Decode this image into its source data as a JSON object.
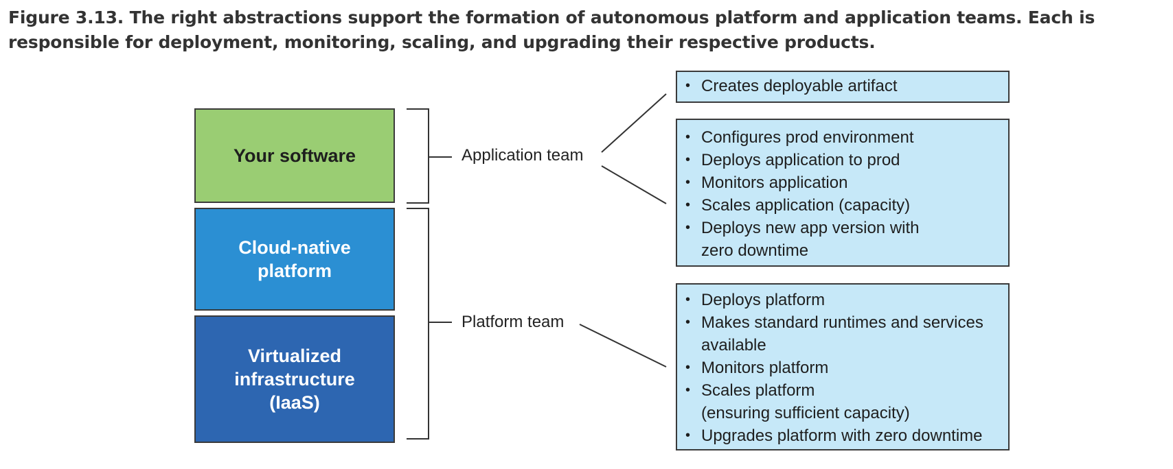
{
  "caption": "Figure 3.13. The right abstractions support the formation of autonomous platform and application teams. Each is responsible for deployment, monitoring, scaling, and upgrading their respective products.",
  "layers": [
    {
      "id": "software",
      "label": "Your software",
      "color": "#9acd73"
    },
    {
      "id": "platform",
      "label": "Cloud-native\nplatform",
      "color": "#2b8fd3"
    },
    {
      "id": "iaas",
      "label": "Virtualized\ninfrastructure\n(IaaS)",
      "color": "#2d66b1"
    }
  ],
  "teams": {
    "application": "Application team",
    "platform": "Platform team"
  },
  "responsibilities": {
    "artifact": [
      "Creates deployable artifact"
    ],
    "application": [
      "Configures prod environment",
      "Deploys application to prod",
      "Monitors application",
      "Scales application (capacity)",
      "Deploys new app version with\nzero downtime"
    ],
    "platform": [
      "Deploys platform",
      "Makes standard runtimes and services\navailable",
      "Monitors platform",
      "Scales platform\n(ensuring sufficient capacity)",
      "Upgrades platform with zero downtime"
    ]
  },
  "box_color": "#c6e8f8"
}
